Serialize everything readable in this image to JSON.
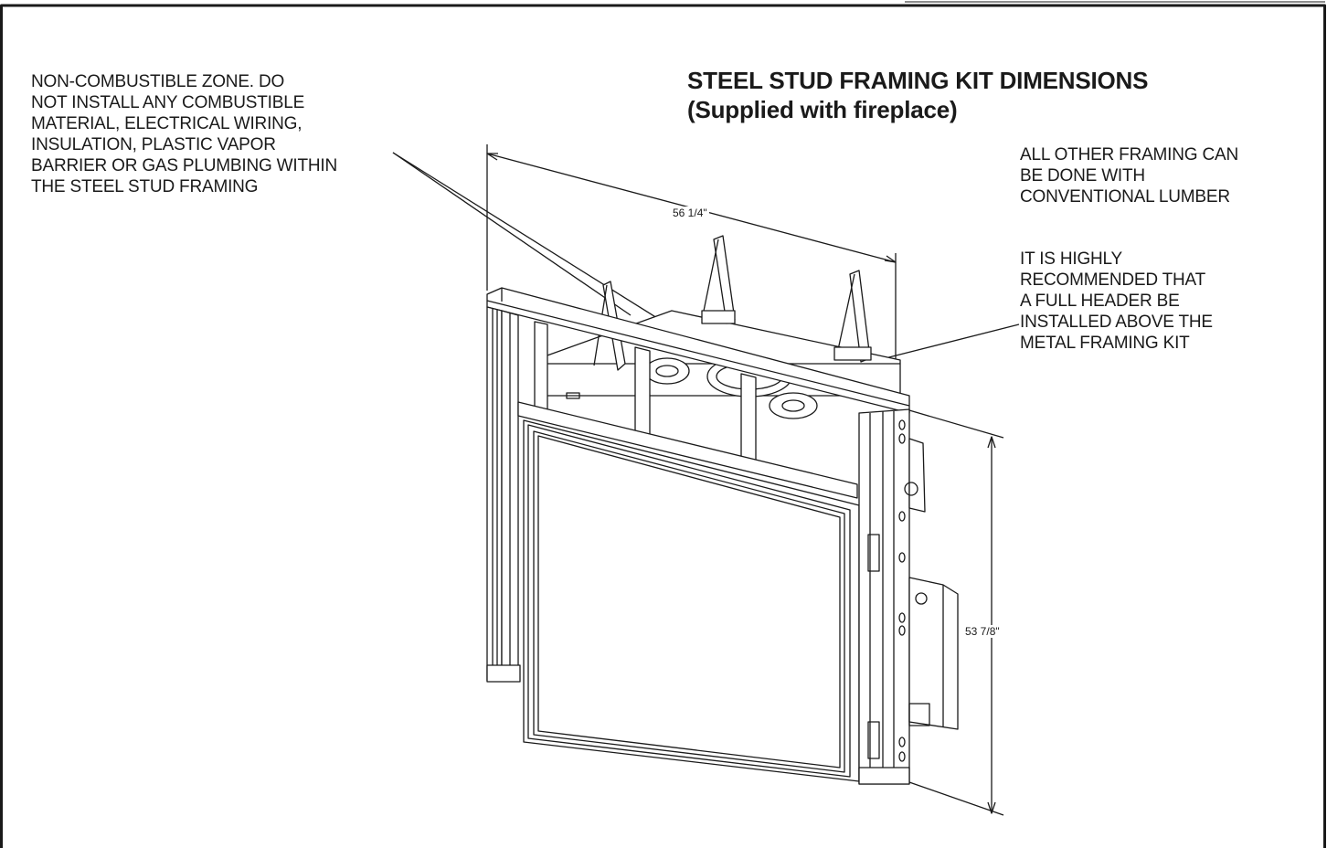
{
  "title_line1": "STEEL STUD FRAMING KIT DIMENSIONS",
  "title_line2": "(Supplied with fireplace)",
  "notes": {
    "non_combustible": "NON-COMBUSTIBLE ZONE. DO\nNOT INSTALL ANY COMBUSTIBLE\nMATERIAL, ELECTRICAL WIRING,\nINSULATION, PLASTIC VAPOR\nBARRIER OR GAS PLUMBING WITHIN\nTHE STEEL STUD FRAMING",
    "other_framing": "ALL OTHER FRAMING CAN\nBE DONE WITH\nCONVENTIONAL LUMBER",
    "header": "IT IS HIGHLY\nRECOMMENDED THAT\nA FULL HEADER BE\nINSTALLED ABOVE THE\nMETAL FRAMING KIT"
  },
  "dimensions": {
    "width": "56 1/4\"",
    "height": "53 7/8\""
  },
  "colors": {
    "line": "#1a1a1a",
    "panel": "#ffffff"
  }
}
